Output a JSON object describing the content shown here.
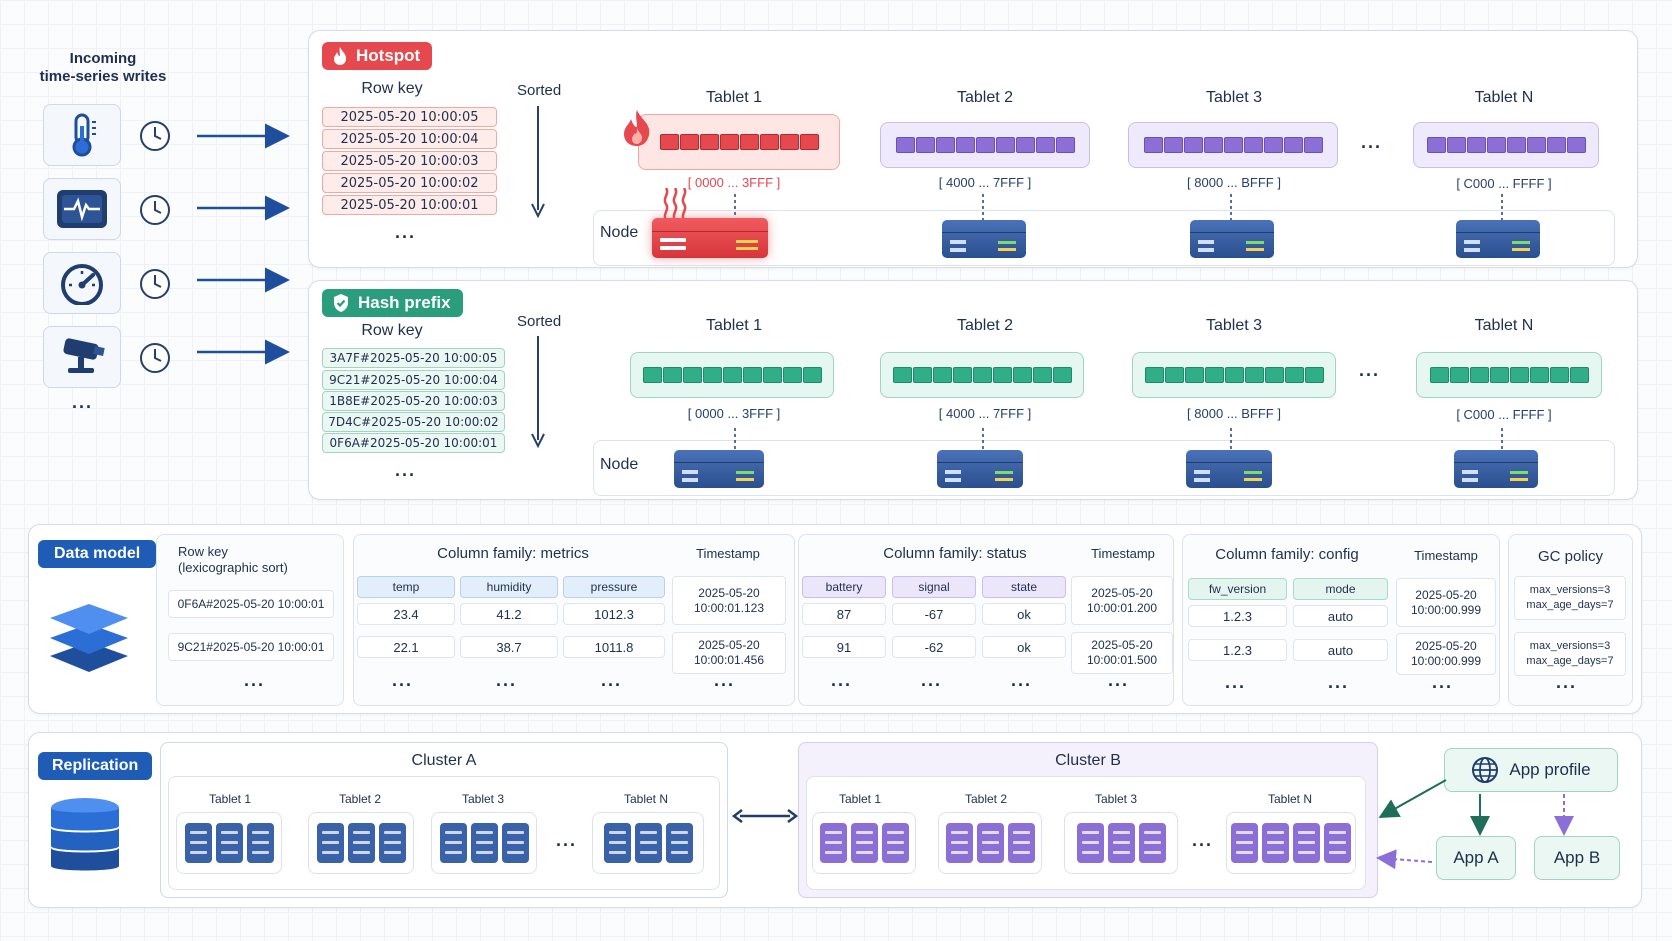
{
  "incoming": {
    "title_line1": "Incoming",
    "title_line2": "time-series writes",
    "more": "..."
  },
  "hotspot": {
    "badge": "Hotspot",
    "row_key_label": "Row key",
    "sorted_label": "Sorted",
    "row_keys": [
      "2025-05-20 10:00:05",
      "2025-05-20 10:00:04",
      "2025-05-20 10:00:03",
      "2025-05-20 10:00:02",
      "2025-05-20 10:00:01"
    ],
    "more": "...",
    "node_label": "Node",
    "tablets": [
      {
        "name": "Tablet 1",
        "range": "[ 0000 ... 3FFF ]"
      },
      {
        "name": "Tablet 2",
        "range": "[ 4000 ... 7FFF ]"
      },
      {
        "name": "Tablet 3",
        "range": "[ 8000 ... BFFF ]"
      },
      {
        "name": "Tablet N",
        "range": "[ C000 ... FFFF ]"
      }
    ],
    "tablet_gap": "..."
  },
  "hash_prefix": {
    "badge": "Hash prefix",
    "row_key_label": "Row key",
    "sorted_label": "Sorted",
    "row_keys": [
      "3A7F#2025-05-20 10:00:05",
      "9C21#2025-05-20 10:00:04",
      "1B8E#2025-05-20 10:00:03",
      "7D4C#2025-05-20 10:00:02",
      "0F6A#2025-05-20 10:00:01"
    ],
    "more": "...",
    "node_label": "Node",
    "tablets": [
      {
        "name": "Tablet 1",
        "range": "[ 0000 ... 3FFF ]"
      },
      {
        "name": "Tablet 2",
        "range": "[ 4000 ... 7FFF ]"
      },
      {
        "name": "Tablet 3",
        "range": "[ 8000 ... BFFF ]"
      },
      {
        "name": "Tablet N",
        "range": "[ C000 ... FFFF ]"
      }
    ],
    "tablet_gap": "..."
  },
  "data_model": {
    "badge": "Data model",
    "row_key_header_line1": "Row key",
    "row_key_header_line2": "(lexicographic sort)",
    "row_keys": [
      "0F6A#2025-05-20 10:00:01",
      "9C21#2025-05-20 10:00:01"
    ],
    "more": "...",
    "metrics": {
      "title": "Column family: metrics",
      "timestamp_label": "Timestamp",
      "columns": [
        "temp",
        "humidity",
        "pressure"
      ],
      "rows": [
        {
          "values": [
            "23.4",
            "41.2",
            "1012.3"
          ],
          "ts_date": "2025-05-20",
          "ts_time": "10:00:01.123"
        },
        {
          "values": [
            "22.1",
            "38.7",
            "1011.8"
          ],
          "ts_date": "2025-05-20",
          "ts_time": "10:00:01.456"
        }
      ]
    },
    "status": {
      "title": "Column family: status",
      "timestamp_label": "Timestamp",
      "columns": [
        "battery",
        "signal",
        "state"
      ],
      "rows": [
        {
          "values": [
            "87",
            "-67",
            "ok"
          ],
          "ts_date": "2025-05-20",
          "ts_time": "10:00:01.200"
        },
        {
          "values": [
            "91",
            "-62",
            "ok"
          ],
          "ts_date": "2025-05-20",
          "ts_time": "10:00:01.500"
        }
      ]
    },
    "config": {
      "title": "Column family: config",
      "timestamp_label": "Timestamp",
      "columns": [
        "fw_version",
        "mode"
      ],
      "rows": [
        {
          "values": [
            "1.2.3",
            "auto"
          ],
          "ts_date": "2025-05-20",
          "ts_time": "10:00:00.999"
        },
        {
          "values": [
            "1.2.3",
            "auto"
          ],
          "ts_date": "2025-05-20",
          "ts_time": "10:00:00.999"
        }
      ]
    },
    "gc": {
      "title": "GC policy",
      "rows": [
        {
          "line1": "max_versions=3",
          "line2": "max_age_days=7"
        },
        {
          "line1": "max_versions=3",
          "line2": "max_age_days=7"
        }
      ]
    }
  },
  "replication": {
    "badge": "Replication",
    "cluster_a": {
      "title": "Cluster A",
      "tablets": [
        "Tablet 1",
        "Tablet 2",
        "Tablet 3",
        "Tablet N"
      ]
    },
    "cluster_b": {
      "title": "Cluster B",
      "tablets": [
        "Tablet 1",
        "Tablet 2",
        "Tablet 3",
        "Tablet N"
      ]
    },
    "gap": "...",
    "app_profile": "App profile",
    "app_a": "App A",
    "app_b": "App B"
  },
  "colors": {
    "hot_red": "#e5484d",
    "purple": "#8b6fd6",
    "green": "#2fae87",
    "navy": "#1f4f9c",
    "server_blue": "#3a62a8"
  }
}
